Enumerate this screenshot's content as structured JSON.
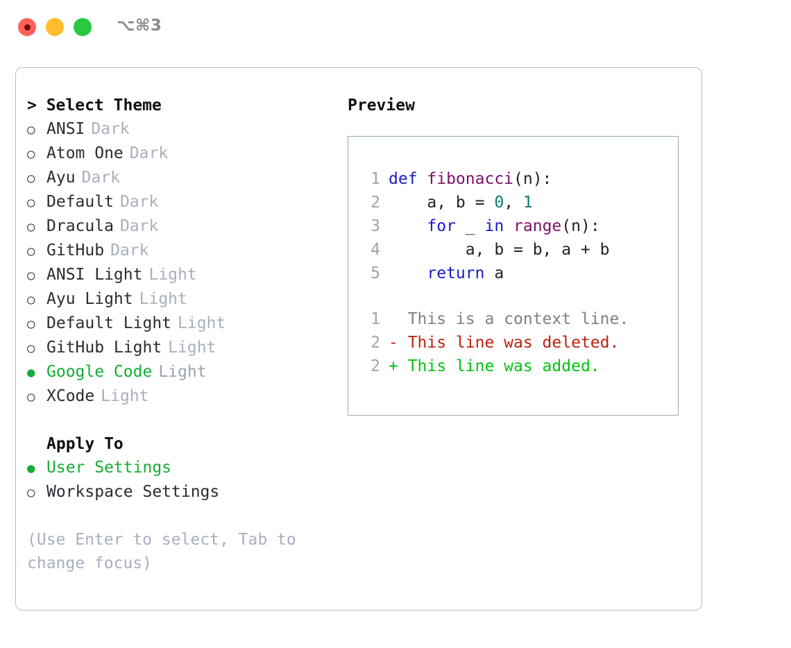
{
  "window": {
    "shortcut": "⌥⌘3",
    "traffic_lights": [
      {
        "name": "close",
        "color": "#ff6159"
      },
      {
        "name": "minimize",
        "color": "#ffbd2e"
      },
      {
        "name": "maximize",
        "color": "#28c83f"
      }
    ]
  },
  "theme_picker": {
    "header": "> Select Theme",
    "options": [
      {
        "label": "ANSI",
        "kind": "Dark",
        "selected": false
      },
      {
        "label": "Atom One",
        "kind": "Dark",
        "selected": false
      },
      {
        "label": "Ayu",
        "kind": "Dark",
        "selected": false
      },
      {
        "label": "Default",
        "kind": "Dark",
        "selected": false
      },
      {
        "label": "Dracula",
        "kind": "Dark",
        "selected": false
      },
      {
        "label": "GitHub",
        "kind": "Dark",
        "selected": false
      },
      {
        "label": "ANSI Light",
        "kind": "Light",
        "selected": false
      },
      {
        "label": "Ayu Light",
        "kind": "Light",
        "selected": false
      },
      {
        "label": "Default Light",
        "kind": "Light",
        "selected": false
      },
      {
        "label": "GitHub Light",
        "kind": "Light",
        "selected": false
      },
      {
        "label": "Google Code",
        "kind": "Light",
        "selected": true
      },
      {
        "label": "XCode",
        "kind": "Light",
        "selected": false
      }
    ]
  },
  "apply_to": {
    "header": "Apply To",
    "options": [
      {
        "label": "User Settings",
        "selected": true
      },
      {
        "label": "Workspace Settings",
        "selected": false
      }
    ]
  },
  "hint": "(Use Enter to select, Tab to change focus)",
  "preview": {
    "title": "Preview",
    "code_lines": [
      {
        "no": "1",
        "tokens": [
          {
            "t": "def ",
            "c": "kw"
          },
          {
            "t": "fibonacci",
            "c": "fn"
          },
          {
            "t": "(n):",
            "c": "plain"
          }
        ]
      },
      {
        "no": "2",
        "tokens": [
          {
            "t": "    a, b = ",
            "c": "plain"
          },
          {
            "t": "0",
            "c": "num"
          },
          {
            "t": ", ",
            "c": "plain"
          },
          {
            "t": "1",
            "c": "num"
          }
        ]
      },
      {
        "no": "3",
        "tokens": [
          {
            "t": "    for",
            "c": "kw"
          },
          {
            "t": " _ ",
            "c": "plain"
          },
          {
            "t": "in ",
            "c": "kw"
          },
          {
            "t": "range",
            "c": "fn"
          },
          {
            "t": "(n):",
            "c": "plain"
          }
        ]
      },
      {
        "no": "4",
        "tokens": [
          {
            "t": "        a, b = b, a + b",
            "c": "plain"
          }
        ]
      },
      {
        "no": "5",
        "tokens": [
          {
            "t": "    return",
            "c": "kw"
          },
          {
            "t": " a",
            "c": "plain"
          }
        ]
      }
    ],
    "diff_lines": [
      {
        "no": "1",
        "marker": " ",
        "text": "  This is a context line.",
        "kind": "context"
      },
      {
        "no": "2",
        "marker": "-",
        "text": "- This line was deleted.",
        "kind": "del"
      },
      {
        "no": "2",
        "marker": "+",
        "text": "+ This line was added.",
        "kind": "add"
      }
    ]
  },
  "glyphs": {
    "bullet_filled": "●",
    "bullet_empty": "○"
  },
  "colors": {
    "selected_green": "#14ad35",
    "diff_delete": "#c0200d",
    "diff_add": "#00c40f",
    "keyword_blue": "#1a1ac8",
    "function_purple": "#80106c",
    "number_teal": "#0b7b6b",
    "muted_gray": "#a8b0bd",
    "border": "#b4bcc8"
  }
}
